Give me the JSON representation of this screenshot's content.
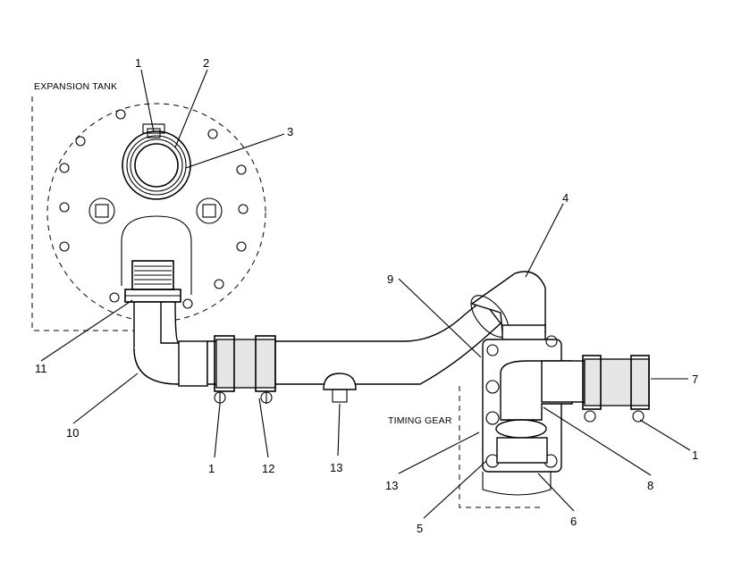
{
  "captions": {
    "expansion_tank": "EXPANSION TANK",
    "timing_gear": "TIMING GEAR"
  },
  "callouts": [
    {
      "id": "c1a",
      "text": "1"
    },
    {
      "id": "c2",
      "text": "2"
    },
    {
      "id": "c3",
      "text": "3"
    },
    {
      "id": "c4",
      "text": "4"
    },
    {
      "id": "c9",
      "text": "9"
    },
    {
      "id": "c7",
      "text": "7"
    },
    {
      "id": "c1b",
      "text": "1"
    },
    {
      "id": "c8",
      "text": "8"
    },
    {
      "id": "c6",
      "text": "6"
    },
    {
      "id": "c5",
      "text": "5"
    },
    {
      "id": "c13a",
      "text": "13"
    },
    {
      "id": "c13b",
      "text": "13"
    },
    {
      "id": "c12",
      "text": "12"
    },
    {
      "id": "c1c",
      "text": "1"
    },
    {
      "id": "c10",
      "text": "10"
    },
    {
      "id": "c11",
      "text": "11"
    }
  ]
}
